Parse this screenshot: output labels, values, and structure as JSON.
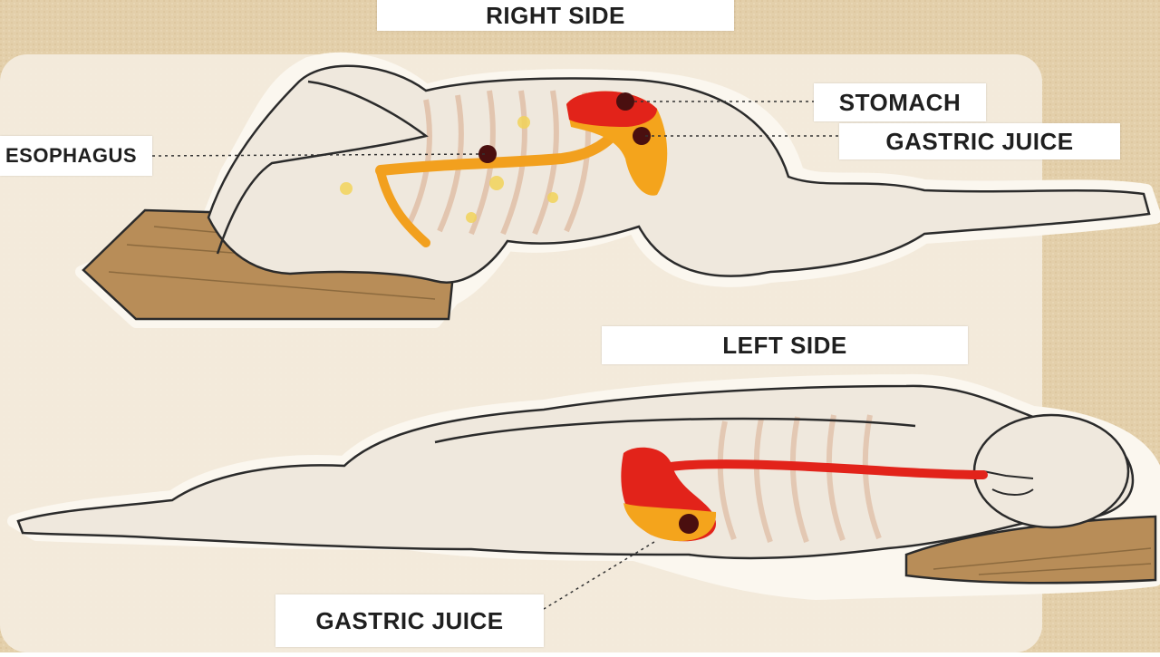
{
  "labels": {
    "right_side": "RIGHT SIDE",
    "stomach": "STOMACH",
    "gastric_juice_top": "GASTRIC JUICE",
    "esophagus": "ESOPHAGUS",
    "left_side": "LEFT SIDE",
    "gastric_juice_bottom": "GASTRIC JUICE"
  },
  "colors": {
    "background": "#e8d6b6",
    "panel": "#f3ebdc",
    "outline": "#2b2b2b",
    "stomach_red": "#e2231a",
    "gastric_orange": "#f4a41c",
    "pillow": "#b58a55"
  }
}
